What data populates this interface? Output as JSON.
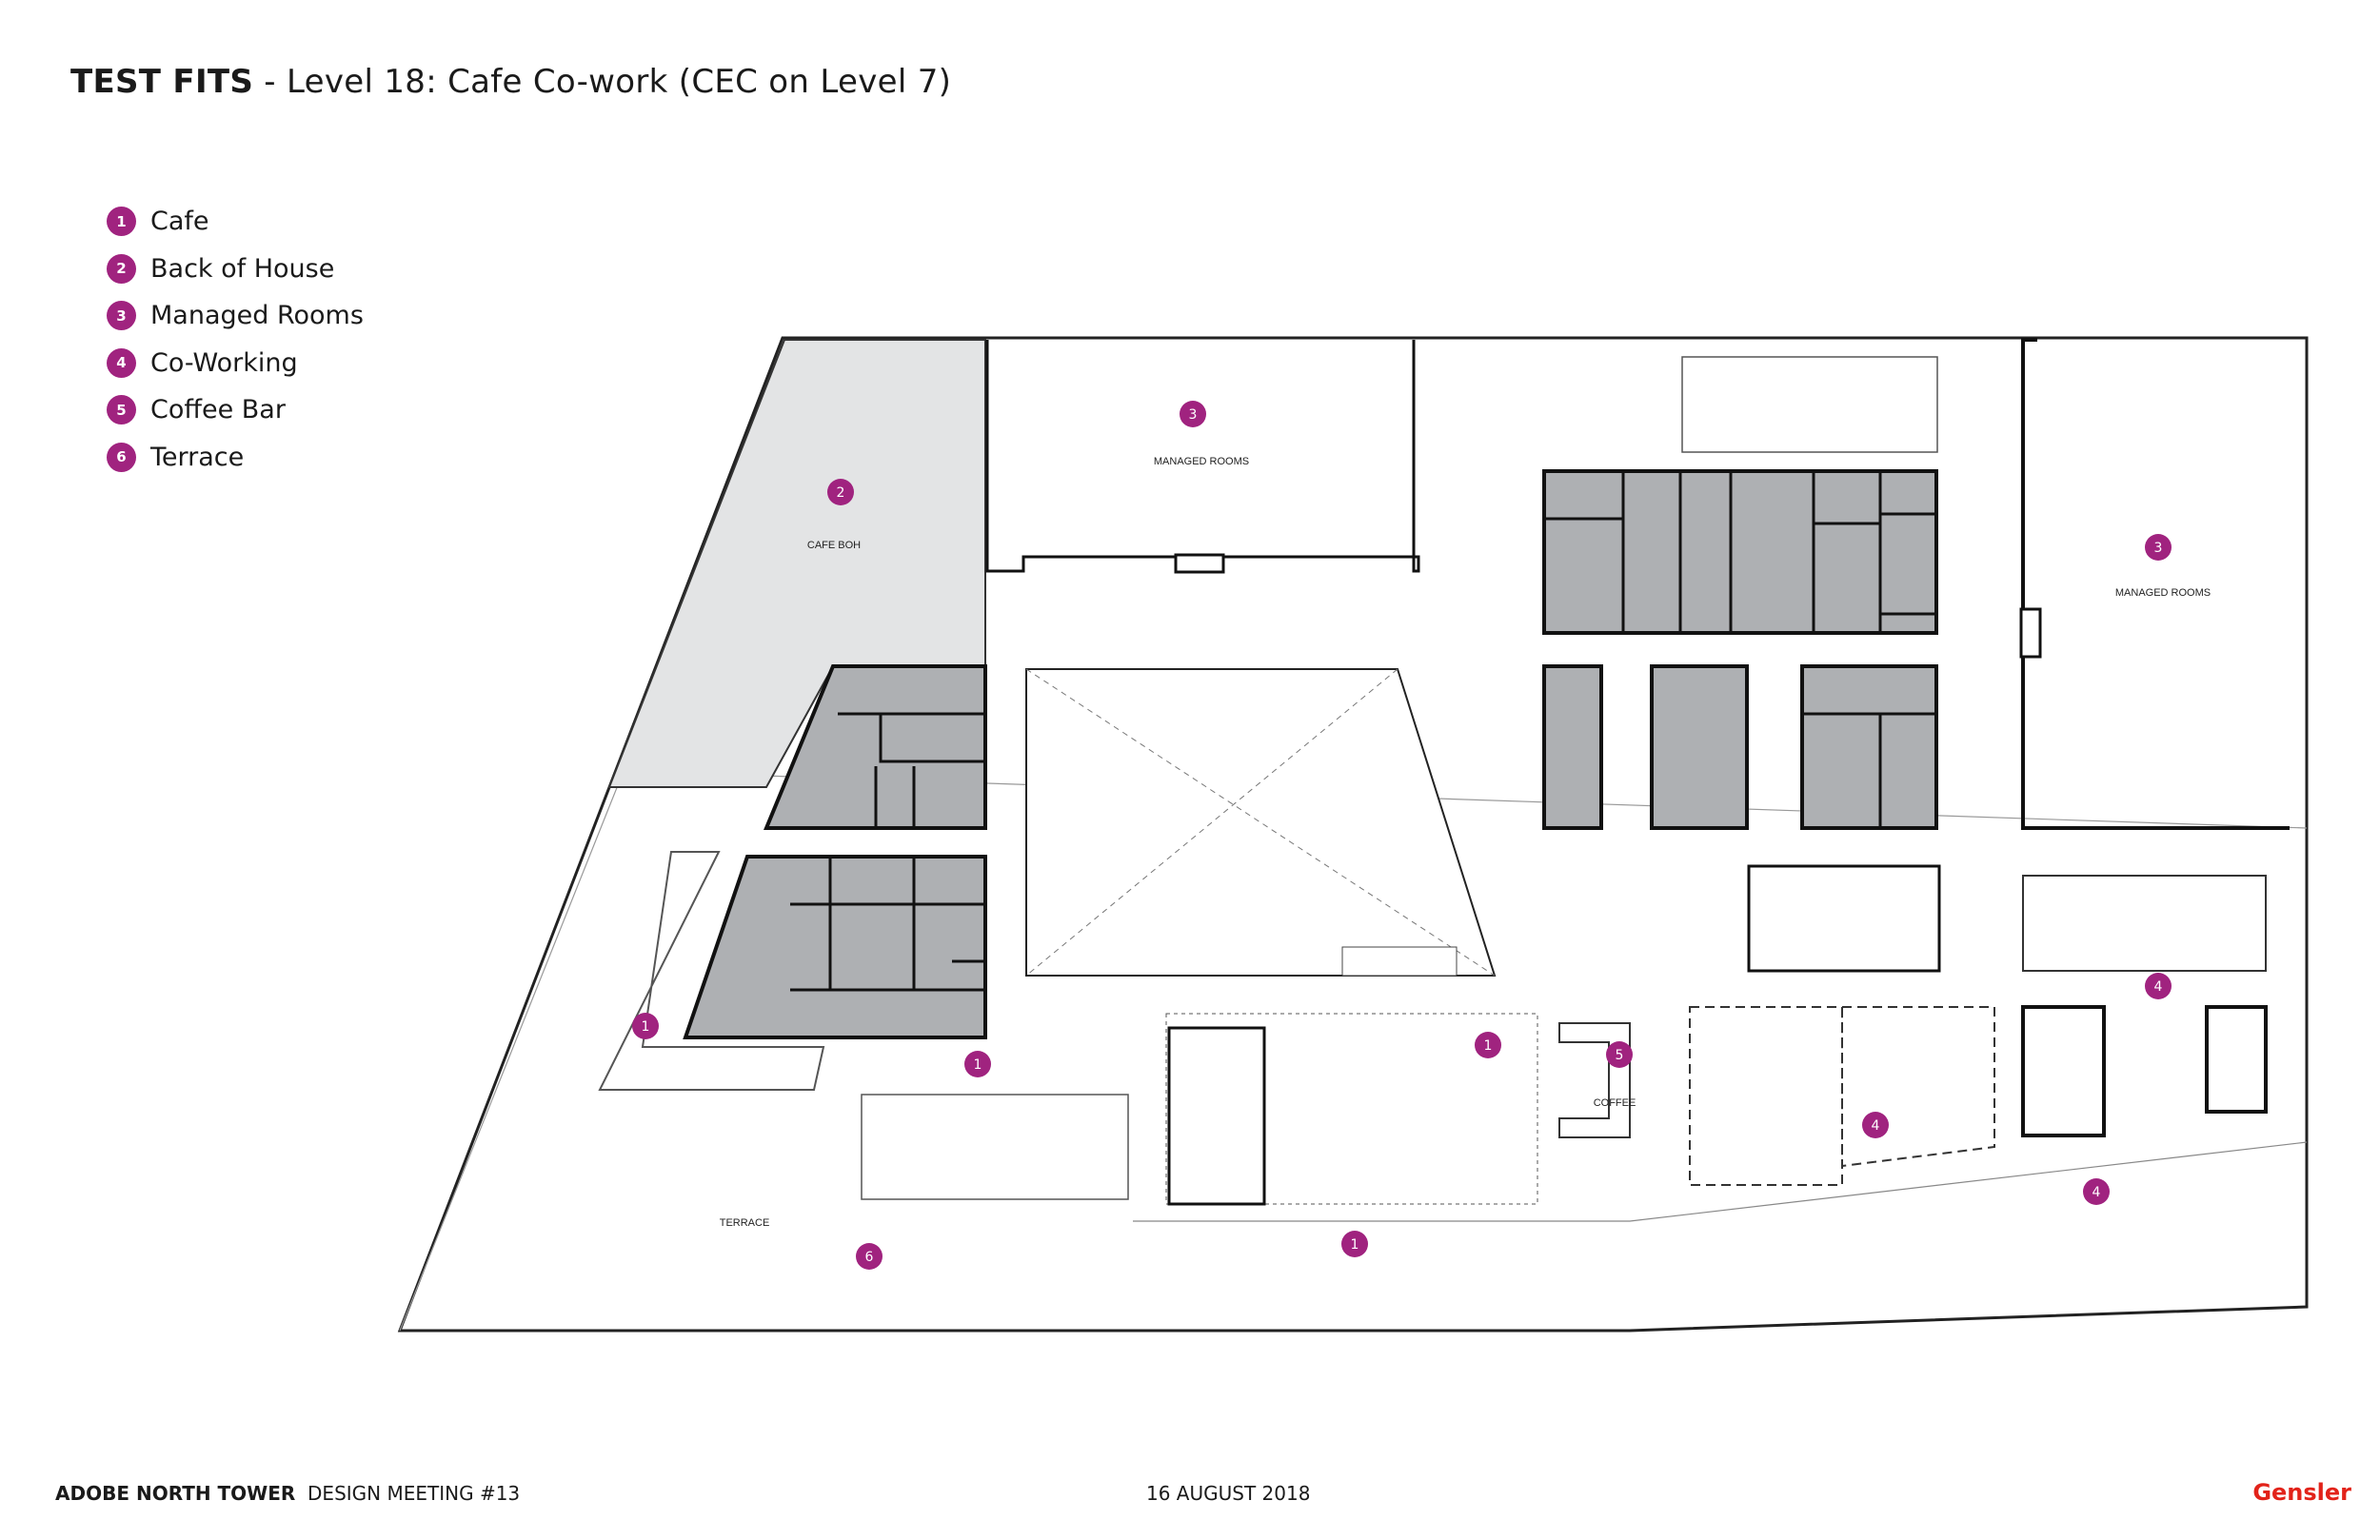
{
  "title": {
    "bold": "TEST FITS",
    "rest": " - Level 18: Cafe Co-work (CEC on Level 7)"
  },
  "legend": [
    {
      "num": "1",
      "label": "Cafe"
    },
    {
      "num": "2",
      "label": "Back of House"
    },
    {
      "num": "3",
      "label": "Managed Rooms"
    },
    {
      "num": "4",
      "label": "Co-Working"
    },
    {
      "num": "5",
      "label": "Coffee Bar"
    },
    {
      "num": "6",
      "label": "Terrace"
    }
  ],
  "plan_labels": {
    "cafe_boh": "CAFE BOH",
    "managed_rooms_top": "MANAGED ROOMS",
    "managed_rooms_right": "MANAGED ROOMS",
    "coffee": "COFFEE",
    "terrace": "TERRACE"
  },
  "markers": [
    "2",
    "3",
    "3",
    "1",
    "1",
    "1",
    "5",
    "4",
    "4",
    "4",
    "1",
    "6"
  ],
  "footer": {
    "project": "ADOBE NORTH TOWER",
    "meeting": "DESIGN MEETING #13",
    "date": "16 AUGUST 2018",
    "brand": "Gensler"
  },
  "colors": {
    "accent": "#a0237f",
    "room_fill": "#aeb0b3",
    "boh_fill": "#e3e4e5",
    "brand": "#e2231a"
  }
}
